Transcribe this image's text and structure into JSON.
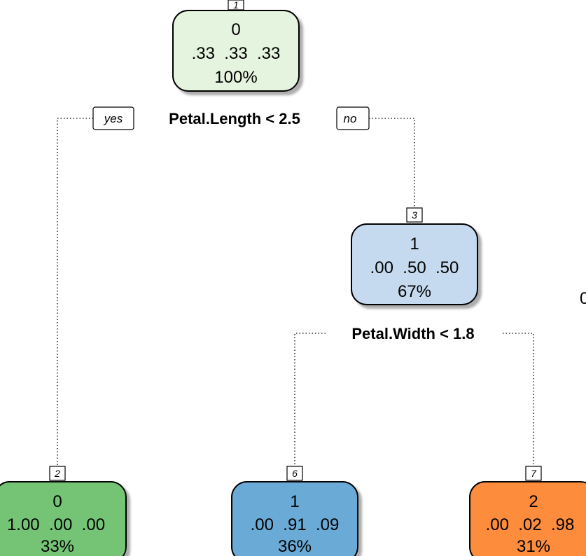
{
  "nodes": {
    "n1": {
      "id": "1",
      "class_label": "0",
      "probs": ".33  .33  .33",
      "pct": "100%",
      "color": "#e5f4df"
    },
    "n3": {
      "id": "3",
      "class_label": "1",
      "probs": ".00  .50  .50",
      "pct": "67%",
      "color": "#c6daef"
    },
    "n2": {
      "id": "2",
      "class_label": "0",
      "probs": "1.00  .00  .00",
      "pct": "33%",
      "color": "#74c476"
    },
    "n6": {
      "id": "6",
      "class_label": "1",
      "probs": ".00  .91  .09",
      "pct": "36%",
      "color": "#6aaad6"
    },
    "n7": {
      "id": "7",
      "class_label": "2",
      "probs": ".00  .02  .98",
      "pct": "31%",
      "color": "#fd8d3c"
    }
  },
  "splits": {
    "s1": "Petal.Length < 2.5",
    "s3": "Petal.Width < 1.8"
  },
  "branch_labels": {
    "yes": "yes",
    "no": "no"
  },
  "edge_text": "0"
}
